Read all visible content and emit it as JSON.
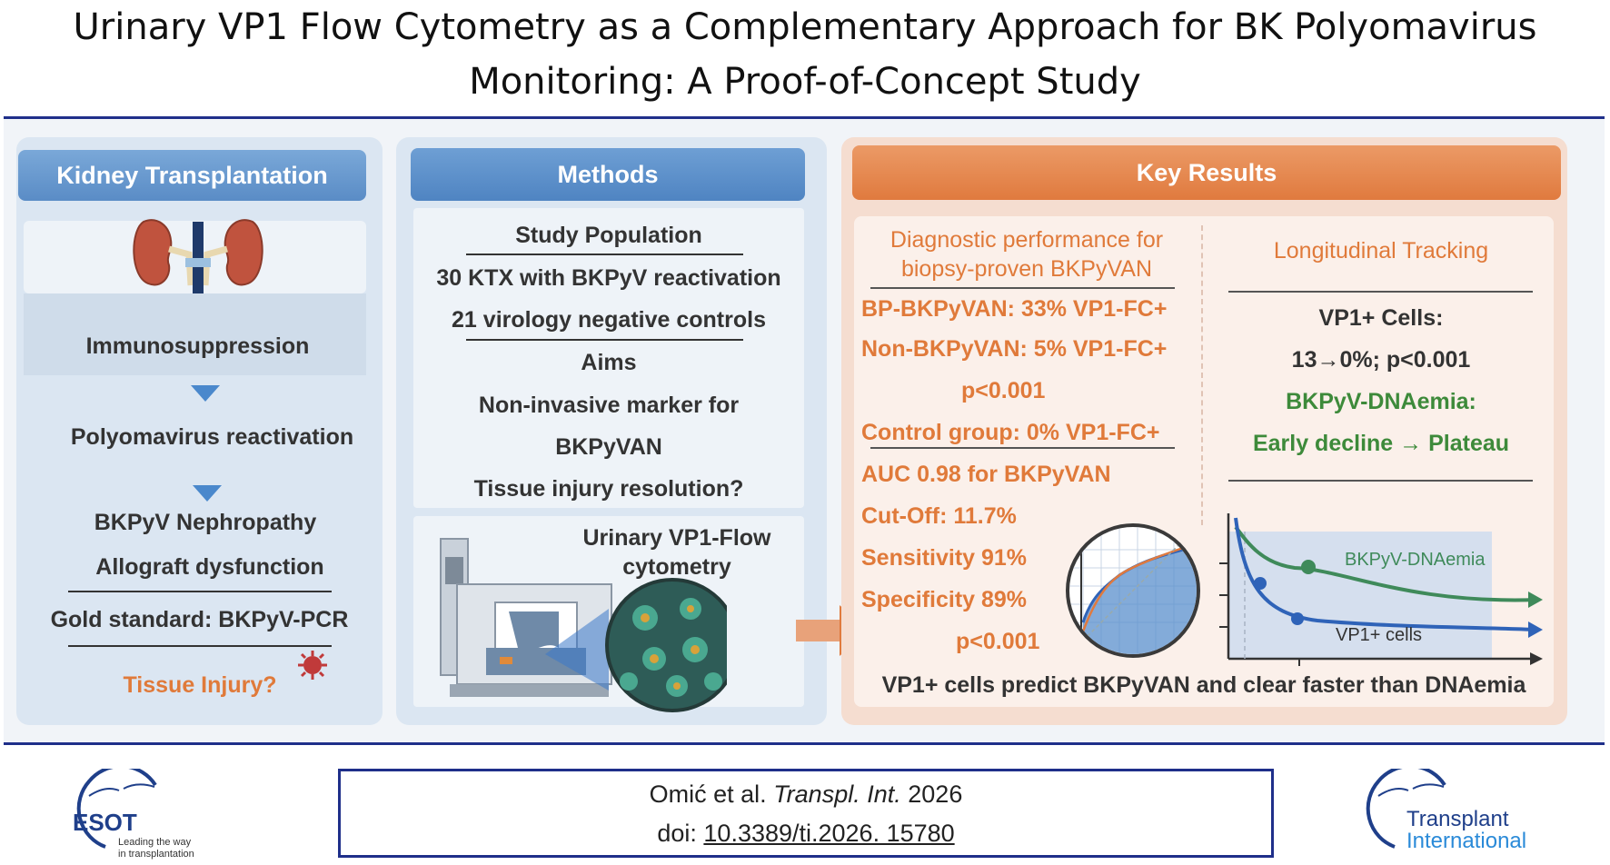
{
  "title": {
    "line1": "Urinary VP1 Flow Cytometry as a Complementary Approach for BK Polyomavirus",
    "line2": "Monitoring: A Proof-of-Concept Study"
  },
  "left": {
    "header": "Kidney Transplantation",
    "immunosuppression": "Immunosuppression",
    "reactivation": "Polyomavirus reactivation",
    "nephropathy": "BKPyV Nephropathy",
    "dysfunction": "Allograft dysfunction",
    "gold_standard": "Gold standard: BKPyV-PCR",
    "tissue_injury": "Tissue Injury?"
  },
  "methods": {
    "header": "Methods",
    "study_population": "Study Population",
    "ktx": "30 KTX with BKPyV reactivation",
    "controls": "21 virology negative controls",
    "aims": "Aims",
    "marker1": "Non-invasive marker for",
    "marker2": "BKPyVAN",
    "resolution": "Tissue injury resolution?",
    "flow1": "Urinary VP1-Flow",
    "flow2": "cytometry"
  },
  "results": {
    "header": "Key Results",
    "diag1": "Diagnostic performance for",
    "diag2": "biopsy-proven BKPyVAN",
    "bp": "BP-BKPyVAN: 33% VP1-FC+",
    "non": "Non-BKPyVAN: 5% VP1-FC+",
    "p1": "p<0.001",
    "control": "Control group: 0% VP1-FC+",
    "auc": "AUC 0.98 for BKPyVAN",
    "cutoff": "Cut-Off: 11.7%",
    "sensitivity": "Sensitivity 91%",
    "specificity": "Specificity 89%",
    "p2": "p<0.001",
    "long_header": "Longitudinal Tracking",
    "vp1_cells": "VP1+ Cells:",
    "vp1_change": "13→0%; p<0.001",
    "dnaemia": "BKPyV-DNAemia:",
    "dnaemia_course": "Early decline → Plateau",
    "series_dnaemia": "BKPyV-DNAemia",
    "series_vp1": "VP1+ cells",
    "conclusion": "VP1+ cells predict BKPyVAN and clear faster than DNAemia"
  },
  "reference": {
    "authors": "Omić et al.",
    "journal": "Transpl. Int.",
    "year": "2026",
    "doi_label": "doi:",
    "doi": "10.3389/ti.2026. 15780"
  },
  "logos": {
    "esot": "ESOT",
    "esot_tagline1": "Leading the way",
    "esot_tagline2": "in transplantation",
    "ti1": "Transplant",
    "ti2": "International"
  },
  "colors": {
    "navy": "#1f2f8a",
    "blue_header": "#5a8cc6",
    "orange_header": "#e07a3e",
    "orange_text": "#e07a3a",
    "green": "#3d8a3a",
    "dnaemia_line": "#3f8a5a",
    "vp1_line": "#2f63b8"
  }
}
